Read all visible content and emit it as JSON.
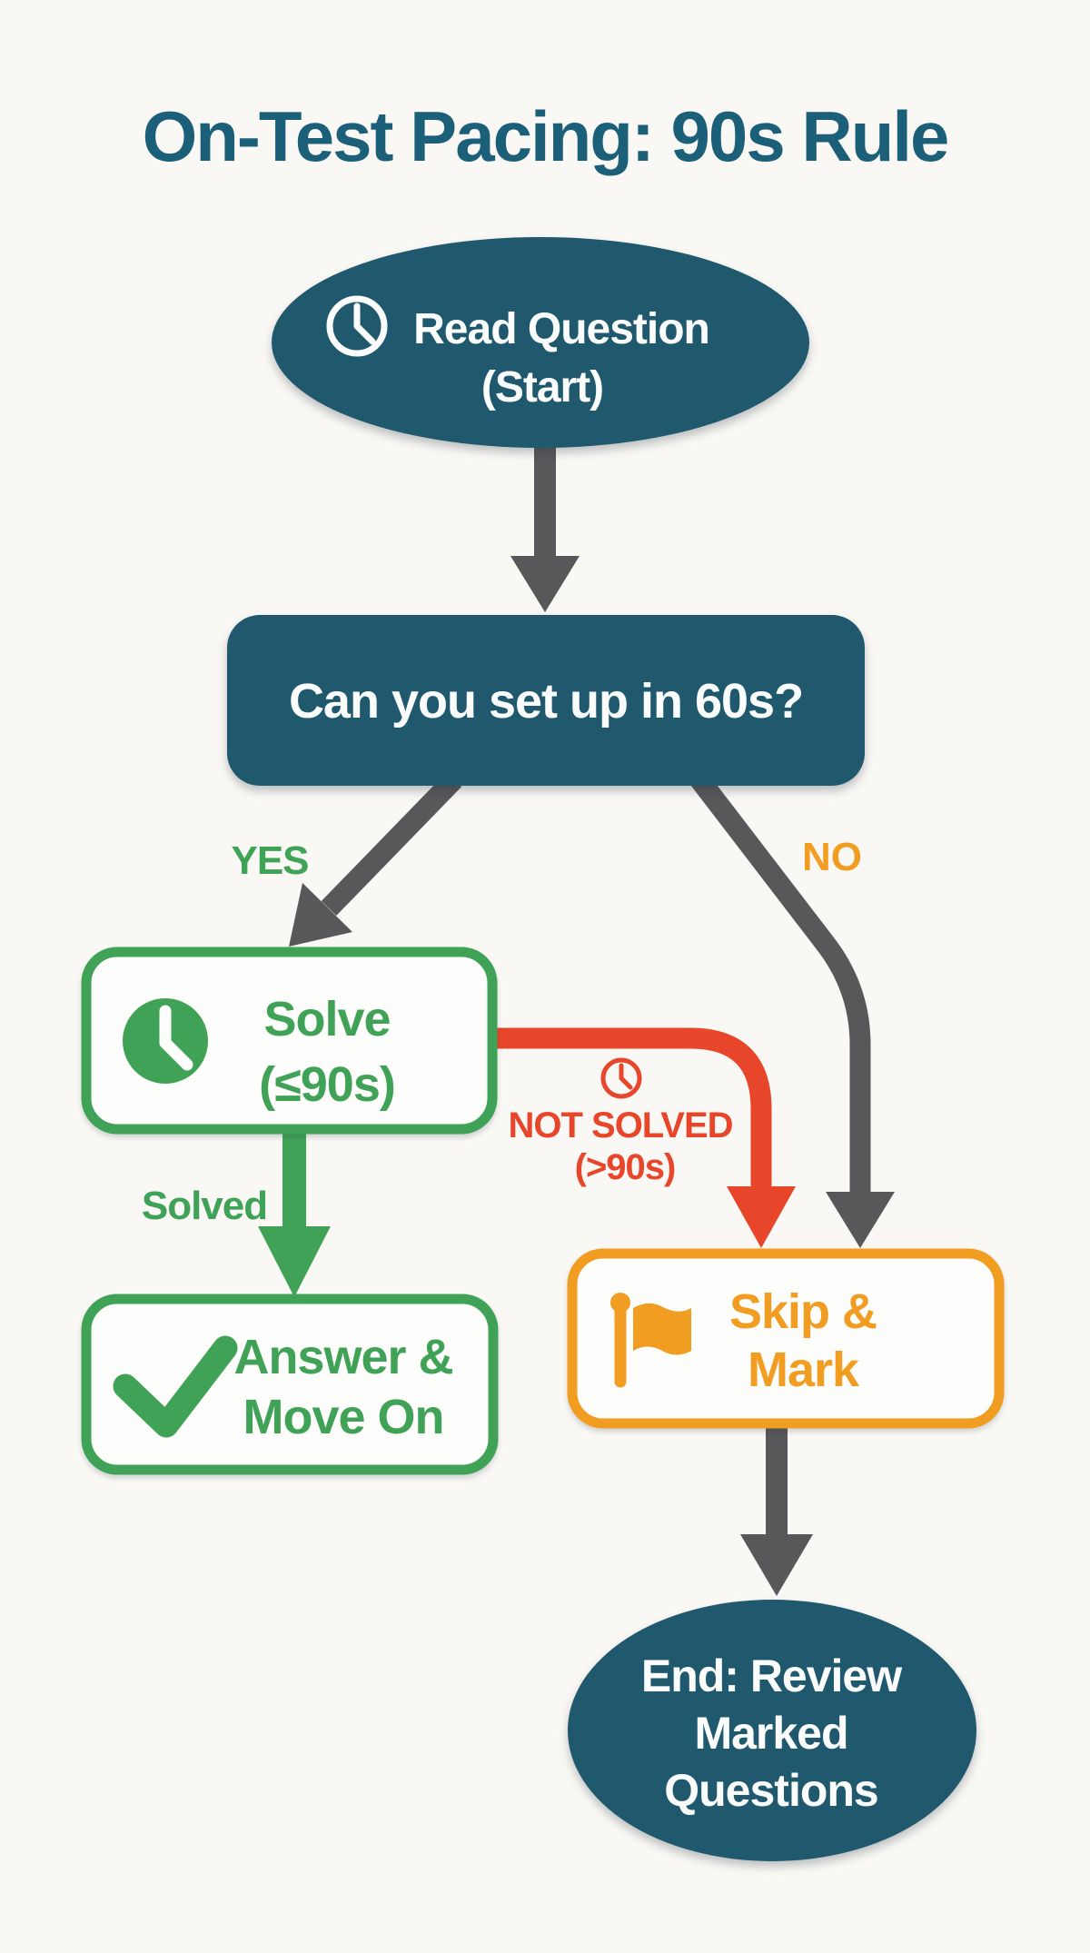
{
  "title": "On-Test Pacing: 90s Rule",
  "flowchart": {
    "start": {
      "icon": "clock-icon",
      "line1": "Read Question",
      "line2": "(Start)"
    },
    "decision": {
      "label": "Can you set up in 60s?"
    },
    "solve": {
      "icon": "clock-icon",
      "line1": "Solve",
      "line2": "(≤90s)"
    },
    "answer": {
      "icon": "check-icon",
      "line1": "Answer &",
      "line2": "Move On"
    },
    "skip": {
      "icon": "flag-icon",
      "line1": "Skip &",
      "line2": "Mark"
    },
    "end": {
      "line1": "End: Review",
      "line2": "Marked",
      "line3": "Questions"
    }
  },
  "edges": {
    "yes_label": "YES",
    "no_label": "NO",
    "solved_label": "Solved",
    "not_solved": {
      "icon": "clock-icon",
      "line1": "NOT SOLVED",
      "line2": "(>90s)"
    }
  },
  "colors": {
    "background": "#f9f8f5",
    "teal": "#20596d",
    "title": "#1b5f79",
    "gray_arrow": "#58585a",
    "green": "#3fa257",
    "orange": "#f19d21",
    "red": "#e8462a",
    "white_text": "#fbfdfd"
  }
}
